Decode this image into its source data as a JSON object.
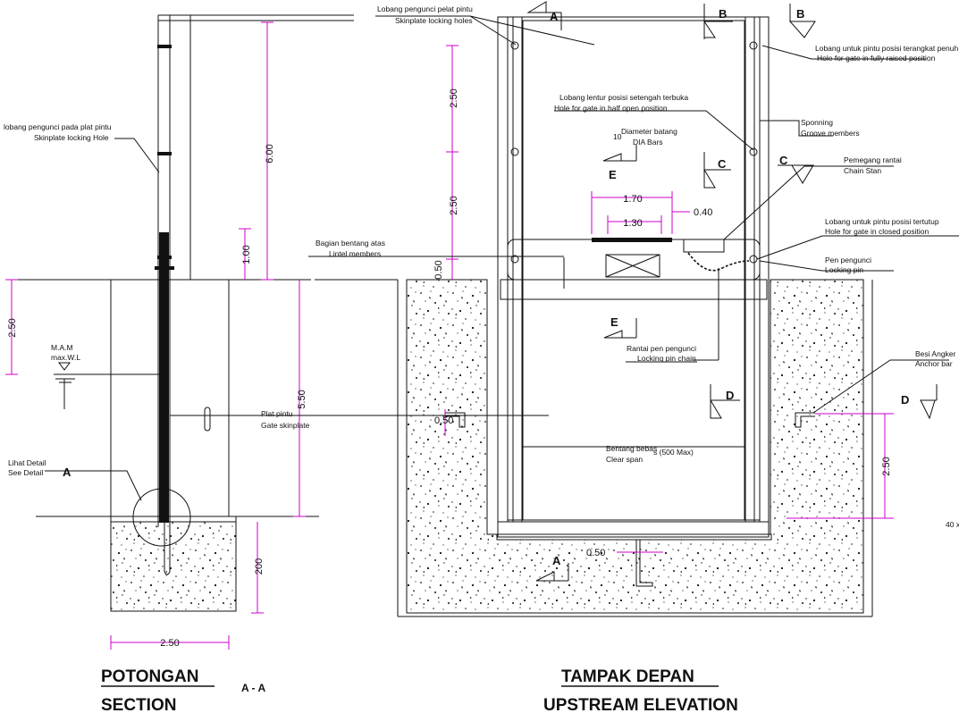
{
  "colors": {
    "line": "#111111",
    "dimension": "#cc00cc",
    "background": "#ffffff"
  },
  "section": {
    "title": "POTONGAN",
    "subtitle": "SECTION",
    "cut": "A - A",
    "detail_mark": "A",
    "labels": {
      "locking_hole_id": "lobang pengunci pada plat pintu",
      "locking_hole_en": "Skinplate locking Hole",
      "mam_id": "M.A.M",
      "mam_en": "max.W.L",
      "skinplate_id": "Plat pintu",
      "skinplate_en": "Gate skinplate",
      "see_detail_id": "Lihat Detail",
      "see_detail_en": "See Detail"
    },
    "dims": {
      "d600": "6.00",
      "d100": "1.00",
      "d250": "2.50",
      "d550": "5.50",
      "d200": "200",
      "d250b": "2.50"
    }
  },
  "elevation": {
    "title": "TAMPAK DEPAN",
    "subtitle": "UPSTREAM ELEVATION",
    "marks": {
      "a": "A",
      "b": "B",
      "c": "C",
      "d": "D",
      "e": "E"
    },
    "labels": {
      "skinplate_holes_id": "Lobang pengunci pelat pintu",
      "skinplate_holes_en": "Skinplate locking holes",
      "raised_id": "Lobang untuk pintu posisi terangkat penuh",
      "raised_en": "Hole for gate in fully raised position",
      "half_id": "Lobang lentur posisi setengah terbuka",
      "half_en": "Hole for gate in half open position",
      "groove_id": "Sponning",
      "groove_en": "Groove members",
      "dia_prefix": "10",
      "dia_id": "Diameter batang",
      "dia_en": "DIA Bars",
      "chain_stan_id": "Pemegang rantai",
      "chain_stan_en": "Chain Stan",
      "closed_id": "Lobang untuk pintu posisi tertutup",
      "closed_en": "Hole for gate in closed position",
      "lintel_id": "Bagian bentang atas",
      "lintel_en": "Lintel members",
      "locking_pin_id": "Pen pengunci",
      "locking_pin_en": "Locking pin",
      "pin_chain_id": "Rantai pen pengunci",
      "pin_chain_en": "Locking pin chain",
      "anchor_id": "Besi Angker",
      "anchor_en": "Anchor bar",
      "clear_span_id": "Bentang bebas",
      "clear_span_suffix": "s (500 Max)",
      "clear_span_en": "Clear span",
      "edge_note": "40 x"
    },
    "dims": {
      "d250a": "2.50",
      "d250b": "2.50",
      "d050": "0.50",
      "d170": "1.70",
      "d130": "1.30",
      "d040": "0.40",
      "d050b": "0.50",
      "d050c": "0.50",
      "d250c": "2.50"
    }
  }
}
